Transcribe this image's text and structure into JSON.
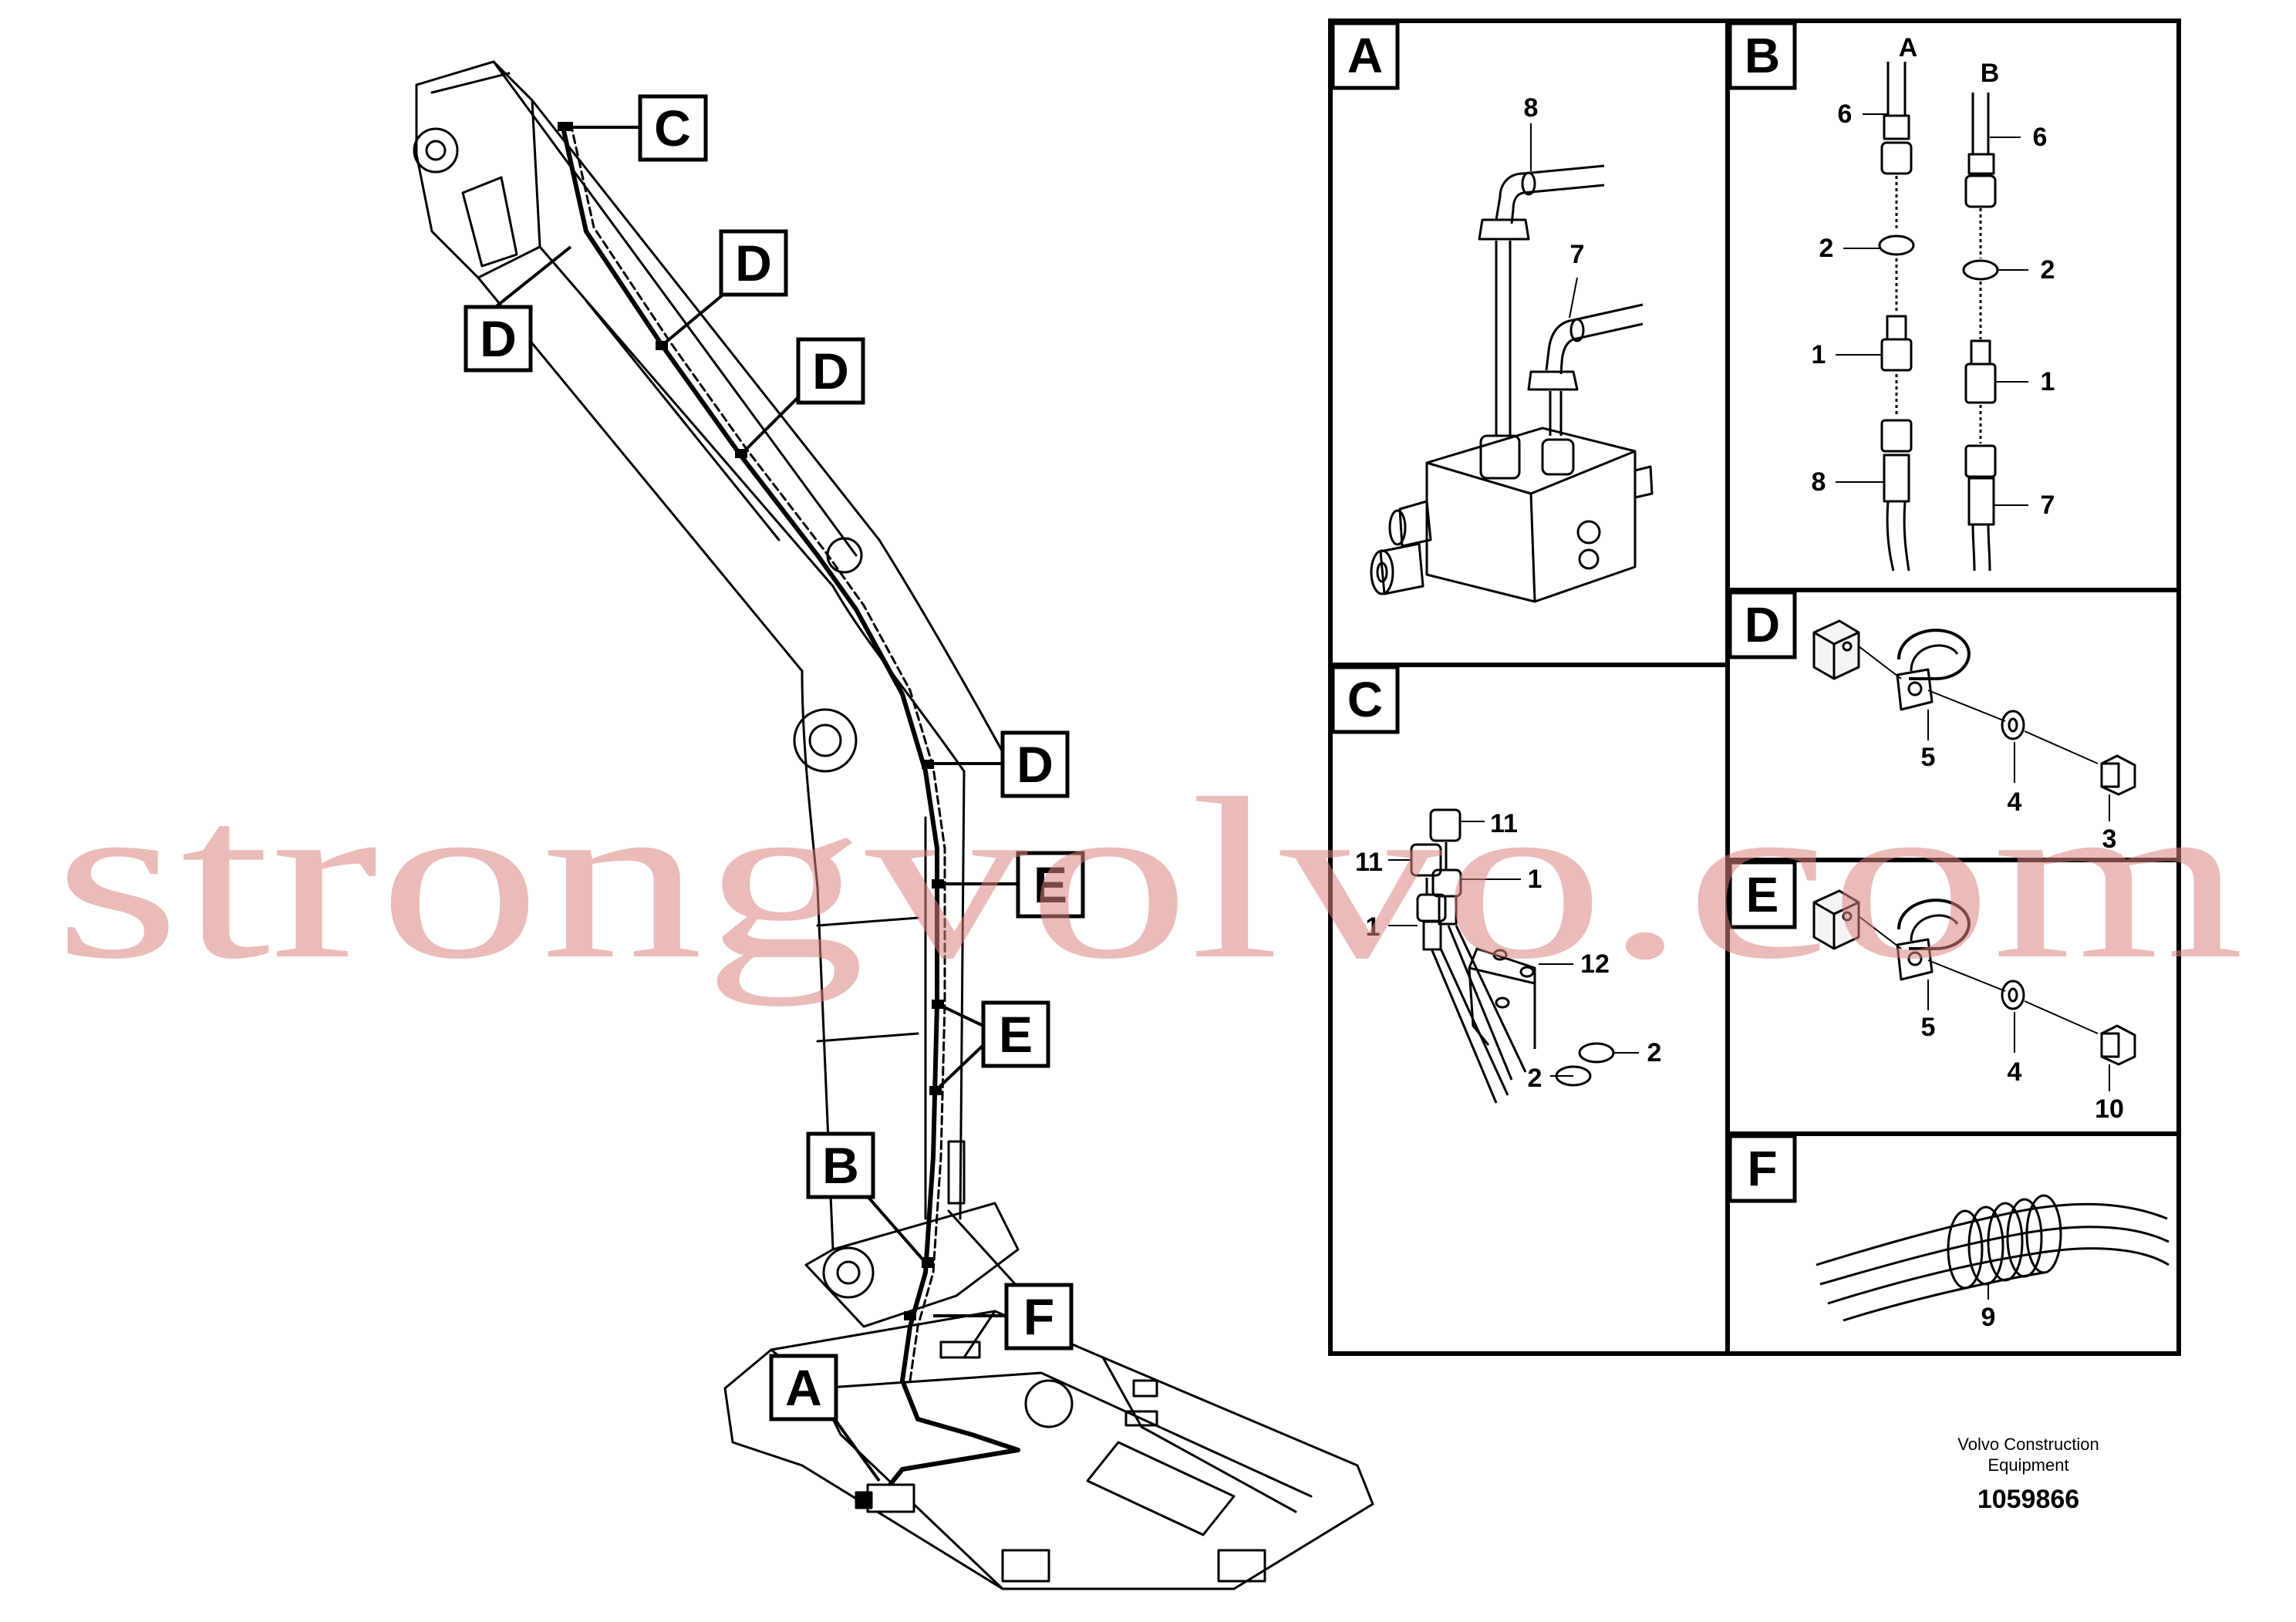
{
  "boom_callouts": {
    "c": "C",
    "d1": "D",
    "d2": "D",
    "d3": "D",
    "d4": "D",
    "e1": "E",
    "e2": "E",
    "b": "B",
    "f": "F",
    "a": "A"
  },
  "panels": {
    "a": {
      "letter": "A",
      "labels": [
        "8",
        "7"
      ]
    },
    "b": {
      "letter": "B",
      "labels": [
        "A",
        "B",
        "6",
        "6",
        "2",
        "2",
        "1",
        "1",
        "8",
        "7"
      ]
    },
    "c": {
      "letter": "C",
      "labels": [
        "11",
        "11",
        "1",
        "1",
        "12",
        "2",
        "2"
      ]
    },
    "d": {
      "letter": "D",
      "labels": [
        "5",
        "4",
        "3"
      ]
    },
    "e": {
      "letter": "E",
      "labels": [
        "5",
        "4",
        "10"
      ]
    },
    "f": {
      "letter": "F",
      "labels": [
        "9"
      ]
    }
  },
  "caption": {
    "company_line1": "Volvo Construction",
    "company_line2": "Equipment",
    "number": "1059866"
  },
  "watermark": "strongvolvo.com"
}
